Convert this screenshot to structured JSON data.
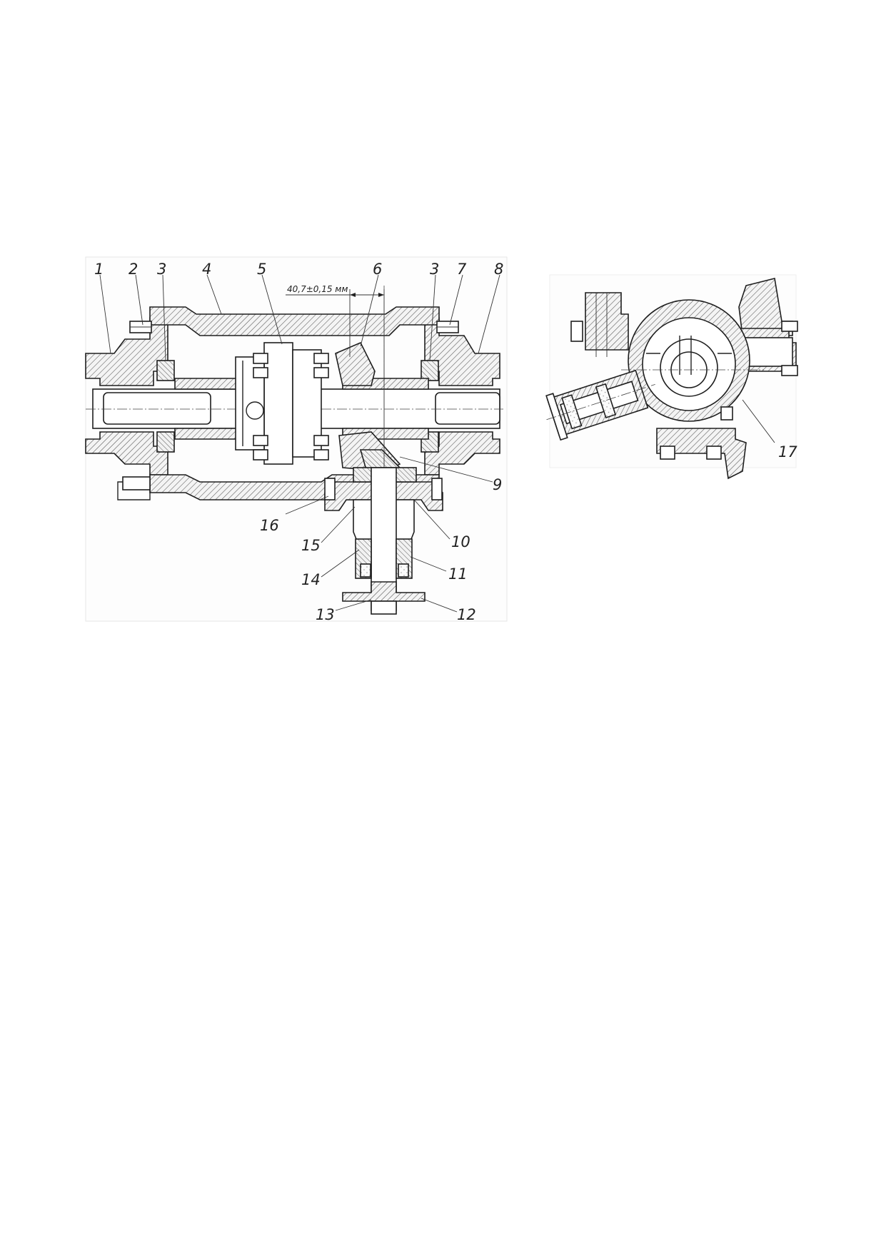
{
  "drawing": {
    "dimension": "40,7±0,15 мм",
    "part_numbers": [
      "1",
      "2",
      "3",
      "4",
      "5",
      "6",
      "3",
      "7",
      "8",
      "9",
      "10",
      "11",
      "12",
      "13",
      "14",
      "15",
      "16",
      "17"
    ]
  }
}
